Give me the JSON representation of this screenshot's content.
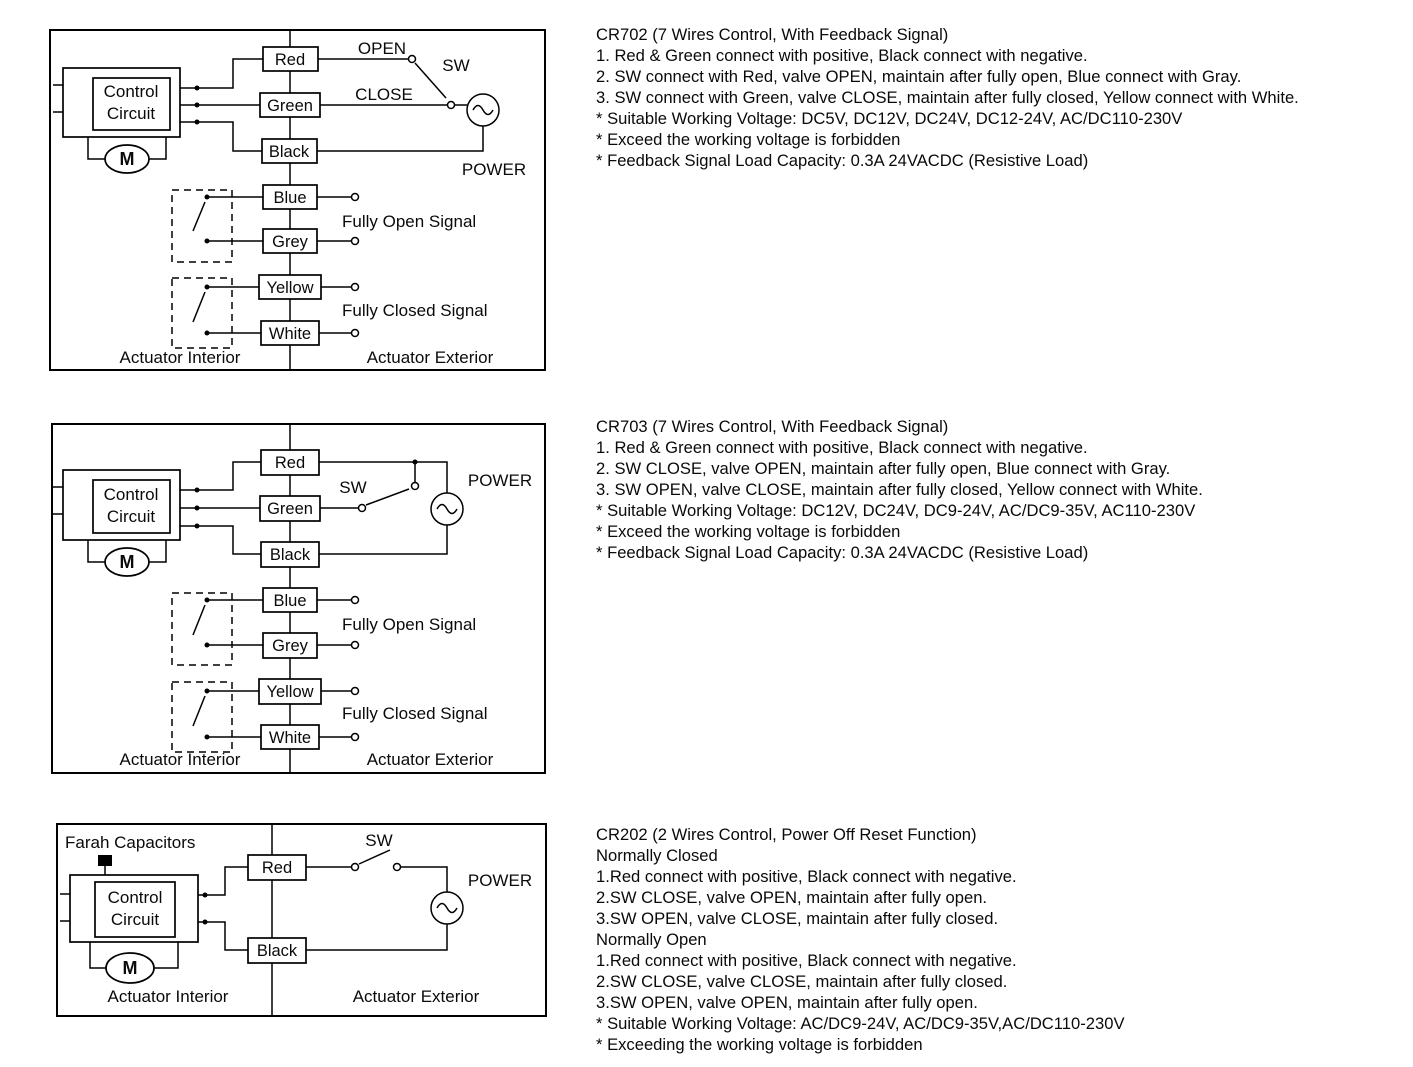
{
  "cr702": {
    "diagram": {
      "control_line1": "Control",
      "control_line2": "Circuit",
      "motor": "M",
      "wires": {
        "red": "Red",
        "green": "Green",
        "black": "Black",
        "blue": "Blue",
        "grey": "Grey",
        "yellow": "Yellow",
        "white": "White"
      },
      "open_label": "OPEN",
      "close_label": "CLOSE",
      "sw_label": "SW",
      "power_label": "POWER",
      "fully_open_label": "Fully Open Signal",
      "fully_closed_label": "Fully Closed Signal",
      "interior_label": "Actuator Interior",
      "exterior_label": "Actuator Exterior"
    },
    "notes": {
      "title": "CR702 (7 Wires Control, With Feedback Signal)",
      "lines": [
        "1. Red & Green connect with positive, Black connect with negative.",
        "2. SW connect with Red, valve OPEN, maintain after fully open, Blue connect with Gray.",
        "3. SW connect with Green, valve CLOSE, maintain after fully closed, Yellow connect with White.",
        "* Suitable Working Voltage: DC5V, DC12V, DC24V, DC12-24V, AC/DC110-230V",
        "* Exceed the working voltage is forbidden",
        "* Feedback Signal Load Capacity: 0.3A 24VACDC (Resistive Load)"
      ]
    }
  },
  "cr703": {
    "diagram": {
      "control_line1": "Control",
      "control_line2": "Circuit",
      "motor": "M",
      "wires": {
        "red": "Red",
        "green": "Green",
        "black": "Black",
        "blue": "Blue",
        "grey": "Grey",
        "yellow": "Yellow",
        "white": "White"
      },
      "sw_label": "SW",
      "power_label": "POWER",
      "fully_open_label": "Fully Open Signal",
      "fully_closed_label": "Fully Closed Signal",
      "interior_label": "Actuator Interior",
      "exterior_label": "Actuator Exterior"
    },
    "notes": {
      "title": "CR703 (7 Wires Control, With Feedback Signal)",
      "lines": [
        "1. Red & Green connect with positive, Black connect with negative.",
        "2. SW CLOSE, valve OPEN, maintain after fully open, Blue connect with Gray.",
        "3. SW OPEN, valve CLOSE, maintain after fully closed, Yellow connect with White.",
        "* Suitable Working Voltage: DC12V, DC24V, DC9-24V, AC/DC9-35V, AC110-230V",
        "* Exceed the working voltage is forbidden",
        "* Feedback Signal Load Capacity: 0.3A 24VACDC (Resistive Load)"
      ]
    }
  },
  "cr202": {
    "diagram": {
      "farah_label": "Farah Capacitors",
      "control_line1": "Control",
      "control_line2": "Circuit",
      "motor": "M",
      "wires": {
        "red": "Red",
        "black": "Black"
      },
      "sw_label": "SW",
      "power_label": "POWER",
      "interior_label": "Actuator Interior",
      "exterior_label": "Actuator Exterior"
    },
    "notes": {
      "title": "CR202 (2 Wires Control, Power Off Reset Function)",
      "lines": [
        "Normally Closed",
        "1.Red connect with positive, Black connect with negative.",
        "2.SW CLOSE, valve OPEN, maintain after fully open.",
        "3.SW OPEN, valve CLOSE, maintain after fully closed.",
        "Normally Open",
        "1.Red connect with positive, Black connect with negative.",
        "2.SW CLOSE, valve CLOSE, maintain after fully closed.",
        "3.SW OPEN, valve OPEN, maintain after fully open.",
        "* Suitable Working Voltage: AC/DC9-24V, AC/DC9-35V,AC/DC110-230V",
        "* Exceeding the working voltage is forbidden"
      ]
    }
  }
}
